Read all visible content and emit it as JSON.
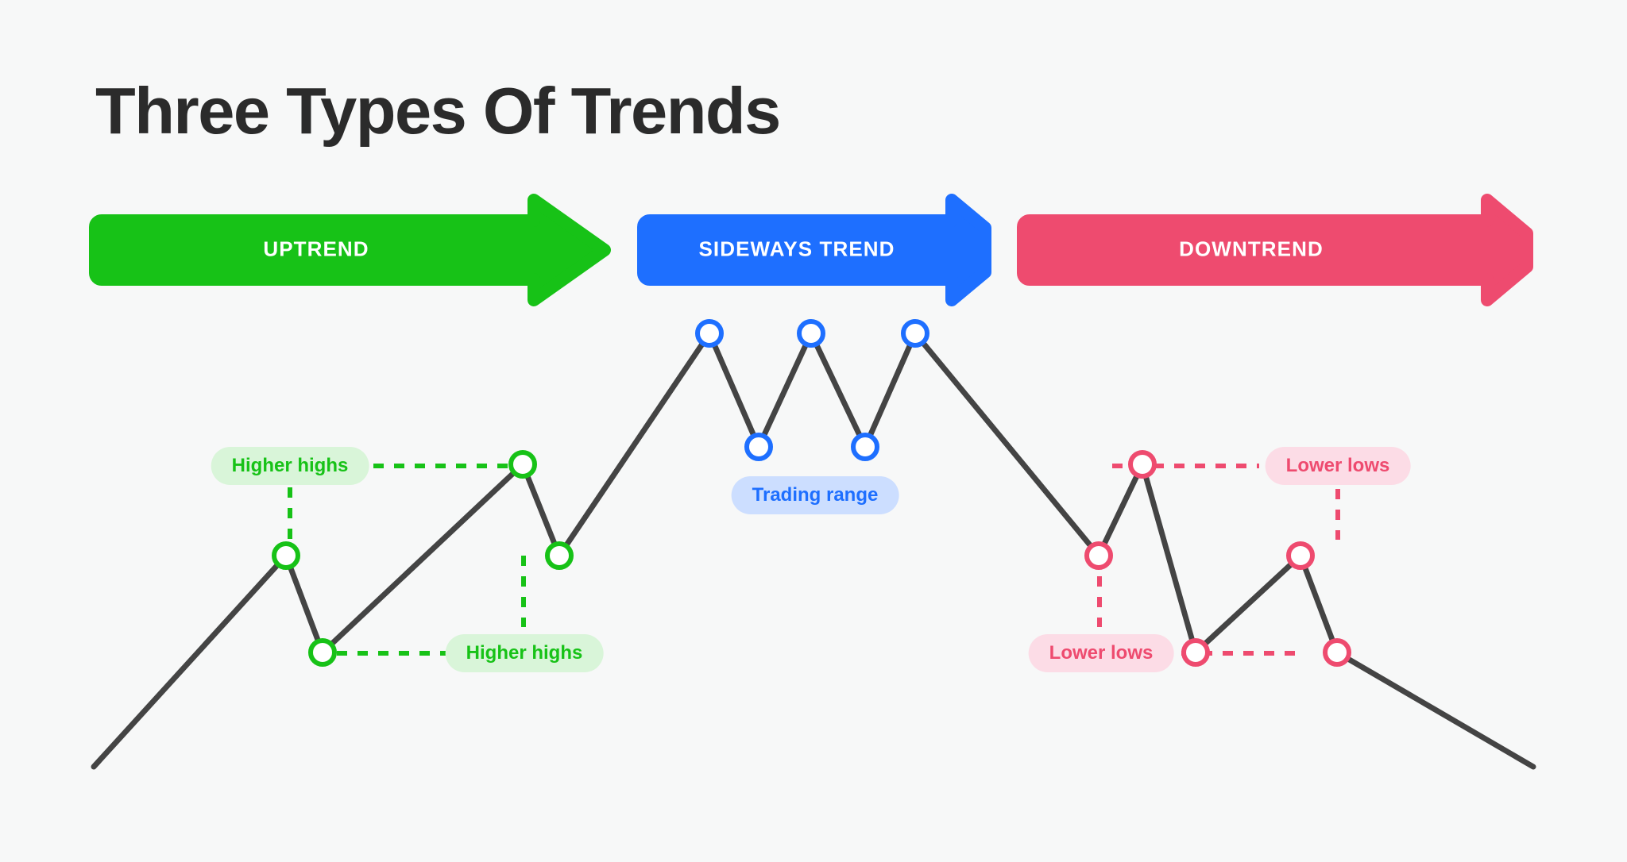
{
  "page": {
    "title": "Three Types Of Trends",
    "background_color": "#f7f8f8",
    "title_color": "#2b2b2b"
  },
  "banners": [
    {
      "name": "uptrend",
      "label": "UPTREND",
      "color": "#17c217"
    },
    {
      "name": "sideways",
      "label": "SIDEWAYS TREND",
      "color": "#1e6fff"
    },
    {
      "name": "downtrend",
      "label": "DOWNTREND",
      "color": "#ee4b6f"
    }
  ],
  "annotations": [
    {
      "name": "higher-highs-upper",
      "label": "Higher highs",
      "style": "green"
    },
    {
      "name": "higher-highs-lower",
      "label": "Higher highs",
      "style": "green"
    },
    {
      "name": "trading-range",
      "label": "Trading range",
      "style": "blue"
    },
    {
      "name": "lower-lows-upper",
      "label": "Lower lows",
      "style": "pink"
    },
    {
      "name": "lower-lows-lower",
      "label": "Lower lows",
      "style": "pink"
    }
  ],
  "chart_data": {
    "type": "line",
    "title": "Three Types Of Trends",
    "xlabel": "",
    "ylabel": "",
    "grid": false,
    "legend_position": "none",
    "line_color": "#444444",
    "line_width": 6,
    "xlim": [
      0,
      2048
    ],
    "ylim": [
      966,
      400
    ],
    "series": [
      {
        "name": "price-path",
        "x": [
          118,
          360,
          406,
          658,
          704,
          893,
          955,
          1021,
          1089,
          1152,
          1383,
          1438,
          1505,
          1637,
          1683,
          1930
        ],
        "y": [
          966,
          700,
          822,
          585,
          700,
          420,
          563,
          420,
          563,
          420,
          700,
          585,
          822,
          700,
          822,
          966
        ]
      }
    ],
    "markers": [
      {
        "name": "uptrend-high-1",
        "x": 360,
        "y": 700,
        "color": "#17c217",
        "label": "Higher highs"
      },
      {
        "name": "uptrend-low-1",
        "x": 406,
        "y": 822,
        "color": "#17c217",
        "label": "Higher highs"
      },
      {
        "name": "uptrend-high-2",
        "x": 658,
        "y": 585,
        "color": "#17c217",
        "label": "Higher highs"
      },
      {
        "name": "uptrend-low-2",
        "x": 704,
        "y": 700,
        "color": "#17c217",
        "label": "Higher highs"
      },
      {
        "name": "sideways-high-1",
        "x": 893,
        "y": 420,
        "color": "#1e6fff",
        "label": "Trading range"
      },
      {
        "name": "sideways-low-1",
        "x": 955,
        "y": 563,
        "color": "#1e6fff",
        "label": "Trading range"
      },
      {
        "name": "sideways-high-2",
        "x": 1021,
        "y": 420,
        "color": "#1e6fff",
        "label": "Trading range"
      },
      {
        "name": "sideways-low-2",
        "x": 1089,
        "y": 563,
        "color": "#1e6fff",
        "label": "Trading range"
      },
      {
        "name": "sideways-high-3",
        "x": 1152,
        "y": 420,
        "color": "#1e6fff",
        "label": "Trading range"
      },
      {
        "name": "downtrend-low-1",
        "x": 1383,
        "y": 700,
        "color": "#ee4b6f",
        "label": "Lower lows"
      },
      {
        "name": "downtrend-high-1",
        "x": 1438,
        "y": 585,
        "color": "#ee4b6f",
        "label": "Lower lows"
      },
      {
        "name": "downtrend-low-2",
        "x": 1505,
        "y": 822,
        "color": "#ee4b6f",
        "label": "Lower lows"
      },
      {
        "name": "downtrend-high-2",
        "x": 1637,
        "y": 700,
        "color": "#ee4b6f",
        "label": "Lower lows"
      },
      {
        "name": "downtrend-low-3",
        "x": 1683,
        "y": 822,
        "color": "#ee4b6f",
        "label": "Lower lows"
      }
    ],
    "annotation_count": 5,
    "marker_radius": 15,
    "marker_stroke_width": 6,
    "marker_fill": "#ffffff"
  }
}
